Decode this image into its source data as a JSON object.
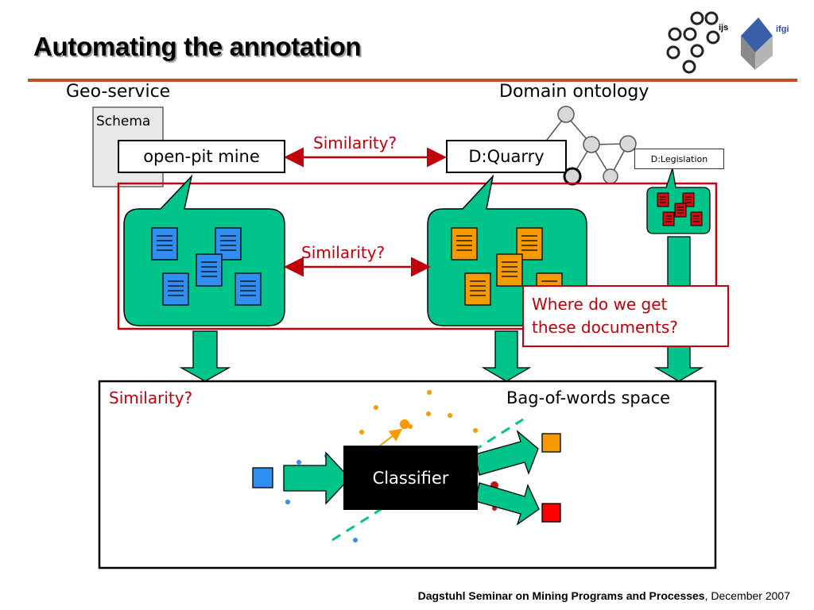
{
  "slide": {
    "title": "Automating the annotation",
    "logos": {
      "left": "ijs",
      "right": "ifgi"
    }
  },
  "top_row": {
    "geo_service": "Geo-service",
    "domain_ontology": "Domain ontology",
    "schema": "Schema",
    "source_term": "open-pit mine",
    "target_concept": "D:Quarry",
    "legislation": "D:Legislation",
    "similarity_top": "Similarity?"
  },
  "middle_row": {
    "similarity_mid": "Similarity?",
    "question_line1": "Where do we get",
    "question_line2": "these documents?"
  },
  "bottom_panel": {
    "similarity": "Similarity?",
    "space_label": "Bag-of-words space",
    "classifier": "Classifier"
  },
  "footer": {
    "seminar": "Dagstuhl Seminar on Mining Programs and Processes",
    "date": ", December 2007"
  },
  "colors": {
    "accent_rule": "#c0502a",
    "red": "#c0000b",
    "green": "#00c48a",
    "blue_doc": "#2f8ef0",
    "orange_doc": "#f59a00",
    "red_doc": "#cc1111"
  }
}
